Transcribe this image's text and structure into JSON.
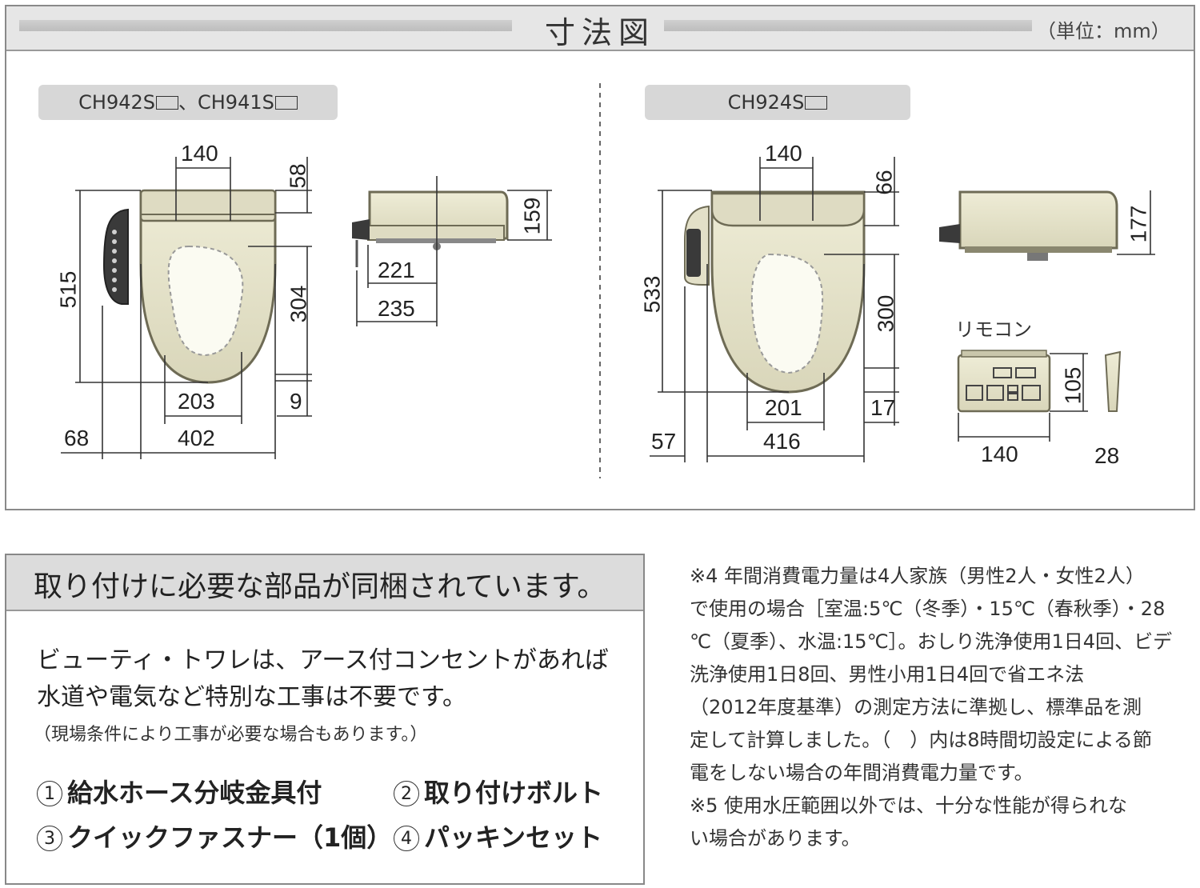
{
  "dimension_section": {
    "title": "寸法図",
    "unit": "（単位：mm）",
    "left_model": {
      "label_a": "CH942S",
      "sep": "、",
      "label_b": "CH941S",
      "dims": {
        "top_width": "140",
        "lid_depth": "58",
        "overall_length": "515",
        "bowl_length": "304",
        "bottom_offset": "9",
        "bowl_width": "203",
        "panel_width": "68",
        "overall_width": "402",
        "side_height": "159",
        "side_depth_inner": "221",
        "side_depth_outer": "235"
      }
    },
    "right_model": {
      "label": "CH924S",
      "dims": {
        "top_width": "140",
        "lid_depth": "66",
        "overall_length": "533",
        "bowl_length": "300",
        "bottom_offset": "17",
        "bowl_width": "201",
        "panel_width": "57",
        "overall_width": "416",
        "side_height": "177"
      },
      "remote": {
        "label": "リモコン",
        "height": "105",
        "width": "140",
        "depth": "28"
      }
    }
  },
  "parts_section": {
    "title": "取り付けに必要な部品が同梱されています。",
    "line1": "ビューティ・トワレは、アース付コンセントがあれば",
    "line2": "水道や電気など特別な工事は不要です。",
    "note": "（現場条件により工事が必要な場合もあります。）",
    "items": [
      {
        "num": "1",
        "label": "給水ホース分岐金具付"
      },
      {
        "num": "2",
        "label": "取り付けボルト"
      },
      {
        "num": "3",
        "label": "クイックファスナー（1個）"
      },
      {
        "num": "4",
        "label": "パッキンセット"
      }
    ]
  },
  "footnotes": [
    "※4 年間消費電力量は4人家族（男性2人・女性2人）",
    "で使用の場合［室温:5℃（冬季）・15℃（春秋季）・28",
    "℃（夏季）、水温:15℃］。おしり洗浄使用1日4回、ビデ",
    "洗浄使用1日8回、男性小用1日4回で省エネ法",
    "（2012年度基準）の測定方法に準拠し、標準品を測",
    "定して計算しました。（　）内は8時間切設定による節",
    "電をしない場合の年間消費電力量です。",
    "※5 使用水圧範囲以外では、十分な性能が得られな",
    "い場合があります。"
  ],
  "colors": {
    "seat_fill": "#e5e3cc",
    "seat_stroke": "#6e6b55",
    "panel_fill": "#3a3a3a",
    "tag_bg": "#d7d7d7",
    "header_bg": "#e6e6e6"
  }
}
